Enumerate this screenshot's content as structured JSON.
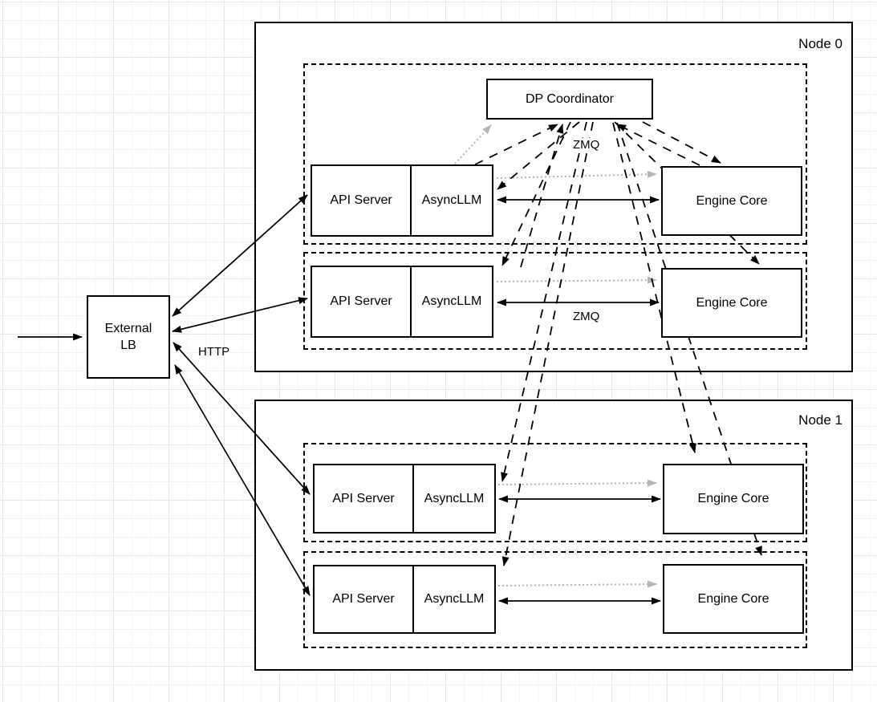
{
  "lb": {
    "line1": "External",
    "line2": "LB"
  },
  "node0": {
    "label": "Node 0",
    "coordinator": "DP Coordinator",
    "rows": [
      {
        "api": "API Server",
        "async": "AsyncLLM",
        "engine": "Engine Core"
      },
      {
        "api": "API Server",
        "async": "AsyncLLM",
        "engine": "Engine Core"
      }
    ]
  },
  "node1": {
    "label": "Node 1",
    "rows": [
      {
        "api": "API Server",
        "async": "AsyncLLM",
        "engine": "Engine Core"
      },
      {
        "api": "API Server",
        "async": "AsyncLLM",
        "engine": "Engine Core"
      }
    ]
  },
  "labels": {
    "http": "HTTP",
    "zmq_top": "ZMQ",
    "zmq_row2": "ZMQ"
  },
  "colors": {
    "stroke": "#000000",
    "muted_arrow": "#b5b5b5",
    "box_fill": "#ffffff"
  }
}
